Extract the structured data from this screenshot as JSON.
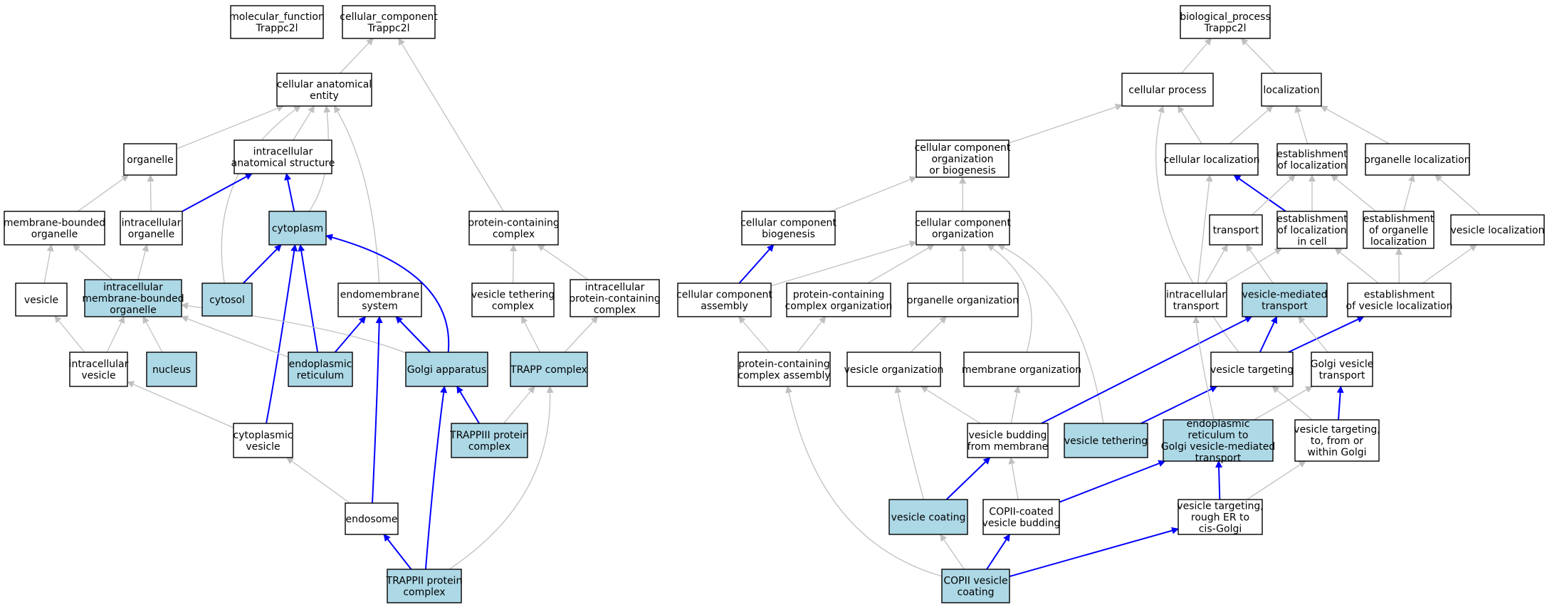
{
  "colors": {
    "highlight_fill": "#add8e6",
    "plain_fill": "#ffffff",
    "grey_edge": "#c0c0c0",
    "blue_edge": "#0000ff",
    "border": "#000000"
  },
  "nodes": {
    "mf_root": {
      "lines": [
        "molecular_function",
        "Trappc2l"
      ],
      "hl": false
    },
    "cc_root": {
      "lines": [
        "cellular_component",
        "Trappc2l"
      ],
      "hl": false
    },
    "bp_root": {
      "lines": [
        "biological_process",
        "Trappc2l"
      ],
      "hl": false
    },
    "cae": {
      "lines": [
        "cellular anatomical",
        "entity"
      ],
      "hl": false
    },
    "organelle": {
      "lines": [
        "organelle"
      ],
      "hl": false
    },
    "ias": {
      "lines": [
        "intracellular",
        "anatomical structure"
      ],
      "hl": false
    },
    "mbo": {
      "lines": [
        "membrane-bounded",
        "organelle"
      ],
      "hl": false
    },
    "io": {
      "lines": [
        "intracellular",
        "organelle"
      ],
      "hl": false
    },
    "cytoplasm": {
      "lines": [
        "cytoplasm"
      ],
      "hl": true
    },
    "vesicle": {
      "lines": [
        "vesicle"
      ],
      "hl": false
    },
    "imbo": {
      "lines": [
        "intracellular",
        "membrane-bounded",
        "organelle"
      ],
      "hl": true
    },
    "cytosol": {
      "lines": [
        "cytosol"
      ],
      "hl": true
    },
    "endomembrane": {
      "lines": [
        "endomembrane",
        "system"
      ],
      "hl": false
    },
    "iv": {
      "lines": [
        "intracellular",
        "vesicle"
      ],
      "hl": false
    },
    "nucleus": {
      "lines": [
        "nucleus"
      ],
      "hl": true
    },
    "er": {
      "lines": [
        "endoplasmic",
        "reticulum"
      ],
      "hl": true
    },
    "golgi": {
      "lines": [
        "Golgi apparatus"
      ],
      "hl": true
    },
    "cv": {
      "lines": [
        "cytoplasmic",
        "vesicle"
      ],
      "hl": false
    },
    "endosome": {
      "lines": [
        "endosome"
      ],
      "hl": false
    },
    "trappii": {
      "lines": [
        "TRAPPII protein",
        "complex"
      ],
      "hl": true
    },
    "pcc": {
      "lines": [
        "protein-containing",
        "complex"
      ],
      "hl": false
    },
    "vtc": {
      "lines": [
        "vesicle tethering",
        "complex"
      ],
      "hl": false
    },
    "ipcc": {
      "lines": [
        "intracellular",
        "protein-containing",
        "complex"
      ],
      "hl": false
    },
    "trapp": {
      "lines": [
        "TRAPP complex"
      ],
      "hl": true
    },
    "trappiii": {
      "lines": [
        "TRAPPIII protein",
        "complex"
      ],
      "hl": true
    },
    "cellproc": {
      "lines": [
        "cellular process"
      ],
      "hl": false
    },
    "localization": {
      "lines": [
        "localization"
      ],
      "hl": false
    },
    "ccob": {
      "lines": [
        "cellular component",
        "organization",
        "or biogenesis"
      ],
      "hl": false
    },
    "cellloc": {
      "lines": [
        "cellular localization"
      ],
      "hl": false
    },
    "estloc": {
      "lines": [
        "establishment",
        "of localization"
      ],
      "hl": false
    },
    "orgloc": {
      "lines": [
        "organelle localization"
      ],
      "hl": false
    },
    "ccb": {
      "lines": [
        "cellular component",
        "biogenesis"
      ],
      "hl": false
    },
    "cco": {
      "lines": [
        "cellular component",
        "organization"
      ],
      "hl": false
    },
    "transport": {
      "lines": [
        "transport"
      ],
      "hl": false
    },
    "elc": {
      "lines": [
        "establishment",
        "of localization",
        "in cell"
      ],
      "hl": false
    },
    "eol": {
      "lines": [
        "establishment",
        "of organelle",
        "localization"
      ],
      "hl": false
    },
    "vesloc": {
      "lines": [
        "vesicle localization"
      ],
      "hl": false
    },
    "cca": {
      "lines": [
        "cellular component",
        "assembly"
      ],
      "hl": false
    },
    "pcco": {
      "lines": [
        "protein-containing",
        "complex organization"
      ],
      "hl": false
    },
    "orgorg": {
      "lines": [
        "organelle organization"
      ],
      "hl": false
    },
    "inttrans": {
      "lines": [
        "intracellular",
        "transport"
      ],
      "hl": false
    },
    "vmt": {
      "lines": [
        "vesicle-mediated",
        "transport"
      ],
      "hl": true
    },
    "evl": {
      "lines": [
        "establishment",
        "of vesicle localization"
      ],
      "hl": false
    },
    "pcca": {
      "lines": [
        "protein-containing",
        "complex assembly"
      ],
      "hl": false
    },
    "vesorg": {
      "lines": [
        "vesicle organization"
      ],
      "hl": false
    },
    "memorg": {
      "lines": [
        "membrane organization"
      ],
      "hl": false
    },
    "vt": {
      "lines": [
        "vesicle targeting"
      ],
      "hl": false
    },
    "gvt": {
      "lines": [
        "Golgi vesicle",
        "transport"
      ],
      "hl": false
    },
    "vbm": {
      "lines": [
        "vesicle budding",
        "from membrane"
      ],
      "hl": false
    },
    "vteth": {
      "lines": [
        "vesicle tethering"
      ],
      "hl": true
    },
    "ergolgi": {
      "lines": [
        "endoplasmic",
        "reticulum to",
        "Golgi vesicle-mediated",
        "transport"
      ],
      "hl": true
    },
    "vtgolgi": {
      "lines": [
        "vesicle targeting,",
        "to, from or",
        "within Golgi"
      ],
      "hl": false
    },
    "vcoat": {
      "lines": [
        "vesicle coating"
      ],
      "hl": true
    },
    "copiibud": {
      "lines": [
        "COPII-coated",
        "vesicle budding"
      ],
      "hl": false
    },
    "vtrough": {
      "lines": [
        "vesicle targeting,",
        "rough ER to",
        "cis-Golgi"
      ],
      "hl": false
    },
    "copiicoat": {
      "lines": [
        "COPII vesicle",
        "coating"
      ],
      "hl": true
    }
  }
}
